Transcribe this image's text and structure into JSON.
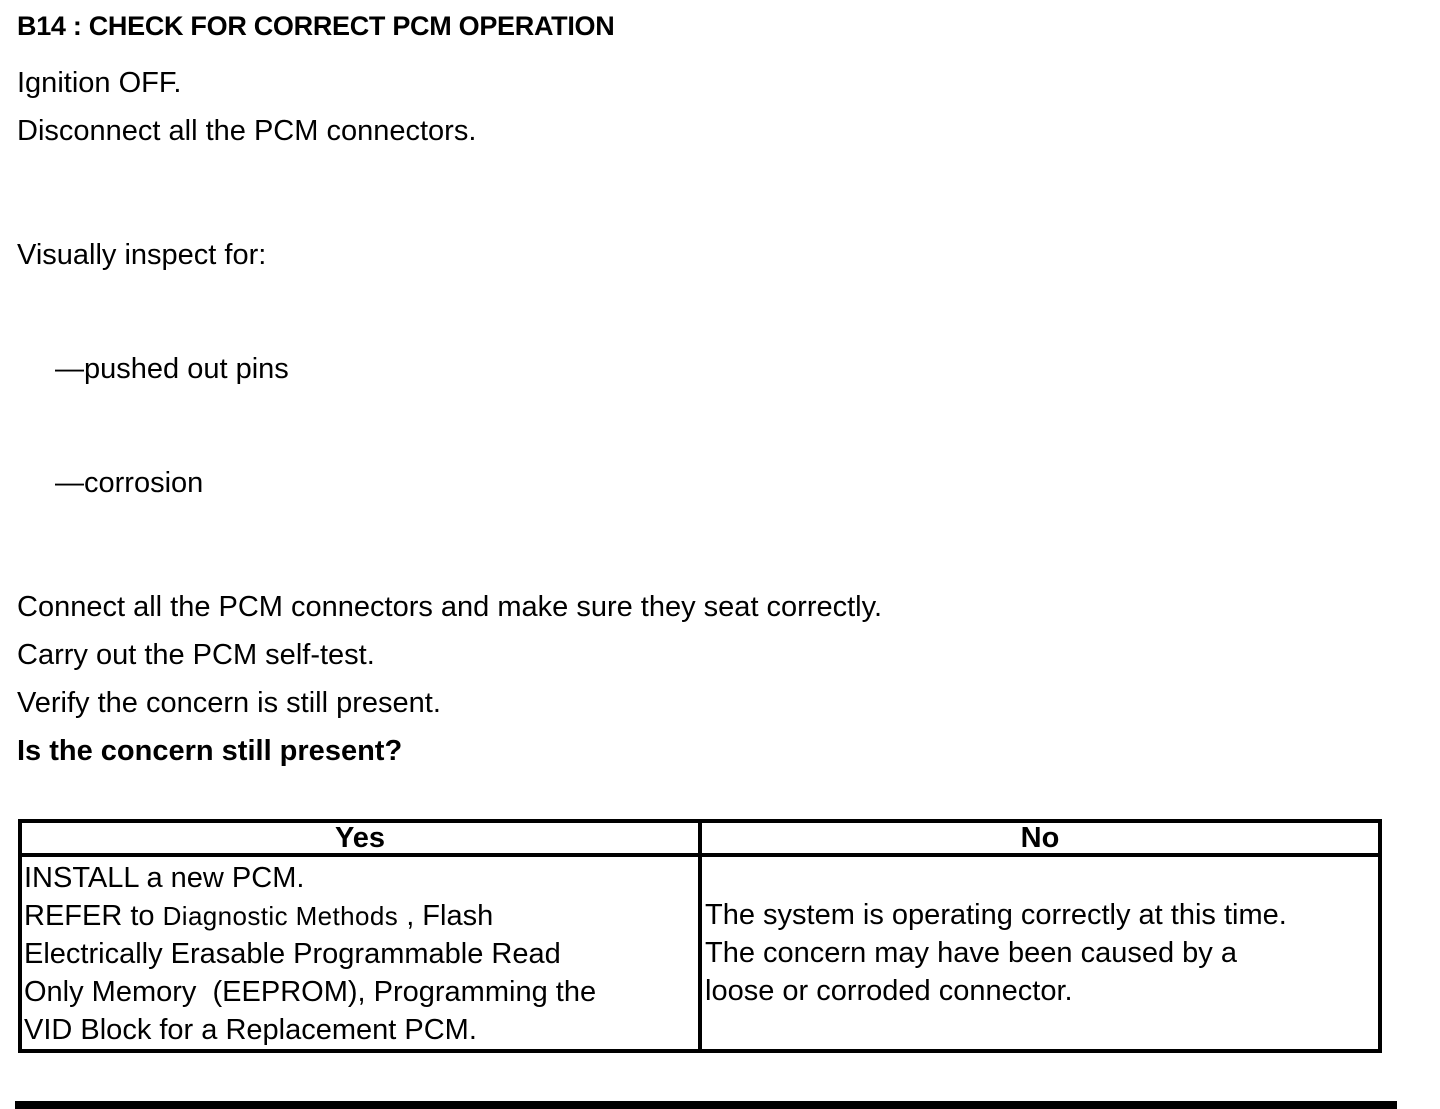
{
  "title": "B14 : CHECK FOR CORRECT PCM OPERATION",
  "steps": [
    {
      "text": "Ignition OFF."
    },
    {
      "text": "Disconnect all the PCM connectors."
    },
    {
      "text": "Visually inspect for:",
      "sub_items": [
        "—pushed out pins",
        "—corrosion"
      ]
    },
    {
      "text": "Connect all the PCM connectors and make sure they seat correctly."
    },
    {
      "text": "Carry out the PCM self-test."
    },
    {
      "text": "Verify the concern is still present."
    }
  ],
  "question": "Is the concern still present?",
  "decision_table": {
    "yes_header": "Yes",
    "no_header": "No",
    "yes_cell": {
      "line1": "INSTALL a new PCM.",
      "line2_prefix": "REFER to ",
      "line2_link": "Diagnostic Methods",
      "line2_suffix": " , Flash",
      "line3": "Electrically Erasable Programmable Read",
      "line4": "Only Memory  (EEPROM), Programming the",
      "line5": "VID Block for a Replacement PCM."
    },
    "no_cell": {
      "line1": "The system is operating correctly at this time.",
      "line2": "The concern may have been caused by a",
      "line3": "loose or corroded connector."
    }
  }
}
